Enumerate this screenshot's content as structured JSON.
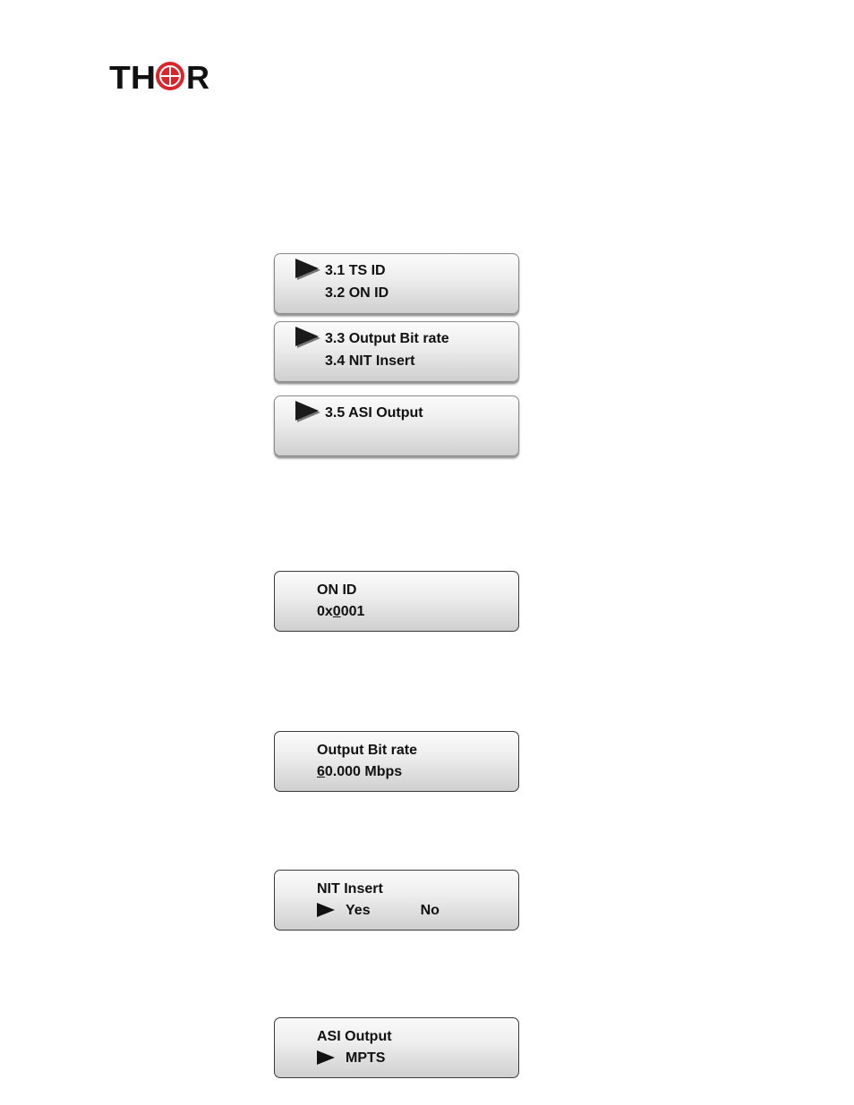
{
  "logo": {
    "text": "THOR"
  },
  "menu_screens": [
    {
      "line1": "3.1 TS ID",
      "line2": "3.2 ON ID"
    },
    {
      "line1": "3.3 Output Bit rate",
      "line2": "3.4 NIT Insert"
    },
    {
      "line1": "3.5 ASI Output",
      "line2": ""
    }
  ],
  "on_id": {
    "title": "ON ID",
    "prefix": "0x",
    "cursor": "0",
    "rest": "001"
  },
  "bitrate": {
    "title": "Output Bit rate",
    "cursor": "6",
    "rest": "0.000 Mbps"
  },
  "nit": {
    "title": "NIT Insert",
    "yes": "Yes",
    "no": "No"
  },
  "asi": {
    "title": "ASI Output",
    "value": "MPTS"
  },
  "colors": {
    "logo_red": "#d8262c",
    "logo_black": "#111111"
  }
}
